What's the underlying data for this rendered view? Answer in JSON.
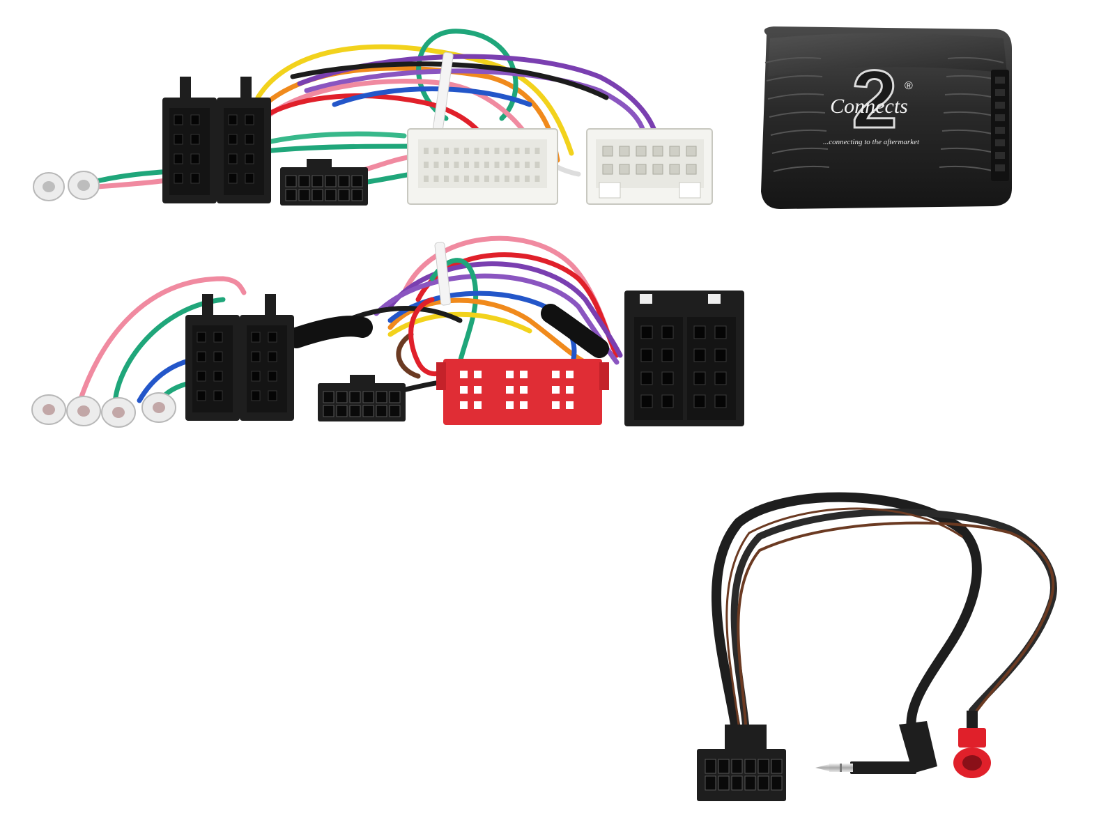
{
  "image": {
    "subject": "Steering wheel control interface kit: wiring harnesses, control box and patch lead",
    "background": "#ffffff"
  },
  "control_box": {
    "brand_number": "2",
    "brand_word": "Connects",
    "registered_mark": "®",
    "tagline": "...connecting to the aftermarket"
  },
  "colors": {
    "wire_red": "#e0202a",
    "wire_yellow": "#f2d21c",
    "wire_green": "#1fa67a",
    "wire_blue": "#2356c9",
    "wire_purple": "#7a3fb0",
    "wire_pink": "#f08aa0",
    "wire_orange": "#f08a1c",
    "wire_brown": "#6b3a22",
    "wire_black": "#1c1c1c",
    "connector_black": "#1e1e1e",
    "connector_white": "#f4f4f0",
    "connector_red": "#e02d35",
    "box_body": "#2a2a2a"
  }
}
